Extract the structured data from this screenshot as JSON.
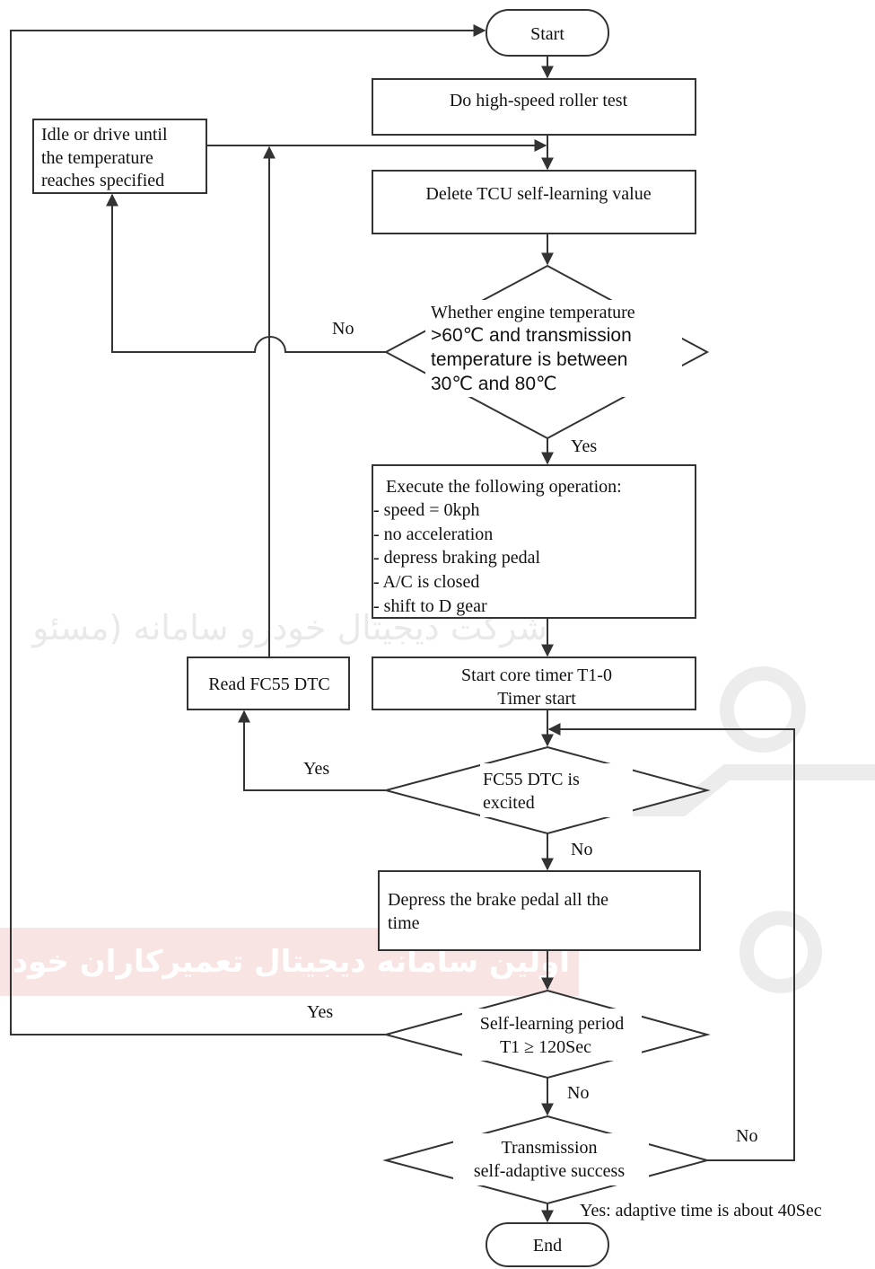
{
  "flowchart": {
    "start": "Start",
    "end": "End",
    "step_roller_test": "Do high-speed roller test",
    "step_delete_value": "Delete TCU self-learning value",
    "step_idle": [
      "Idle or drive until",
      "the temperature",
      "reaches specified"
    ],
    "decision_temperature": [
      "Whether engine temperature",
      ">60℃ and transmission",
      "temperature is between",
      "30℃ and 80℃"
    ],
    "step_operation": [
      "Execute the following operation:",
      "- speed = 0kph",
      "- no acceleration",
      "- depress braking pedal",
      "- A/C is closed",
      "- shift to D gear"
    ],
    "step_timer": [
      "Start core timer T1-0",
      "Timer start"
    ],
    "step_read_dtc": "Read FC55 DTC",
    "decision_dtc": [
      "FC55 DTC is",
      "excited"
    ],
    "step_brake": [
      "Depress the brake pedal all the",
      "time"
    ],
    "decision_period": [
      "Self-learning period",
      "T1 ≥ 120Sec"
    ],
    "decision_adaptive": [
      "Transmission",
      "self-adaptive success"
    ],
    "labels": {
      "no_temperature": "No",
      "yes_temperature": "Yes",
      "yes_dtc": "Yes",
      "no_dtc": "No",
      "yes_period": "Yes",
      "no_period": "No",
      "no_adaptive": "No",
      "yes_adaptive": "Yes: adaptive time is about 40Sec"
    }
  },
  "watermark": {
    "line1": "شرکت دیجیتال خودرو سامانه (مسئو",
    "line2": "اولین سامانه دیجیتال تعمیرکاران خود",
    "brand_color": "#d9534f"
  }
}
